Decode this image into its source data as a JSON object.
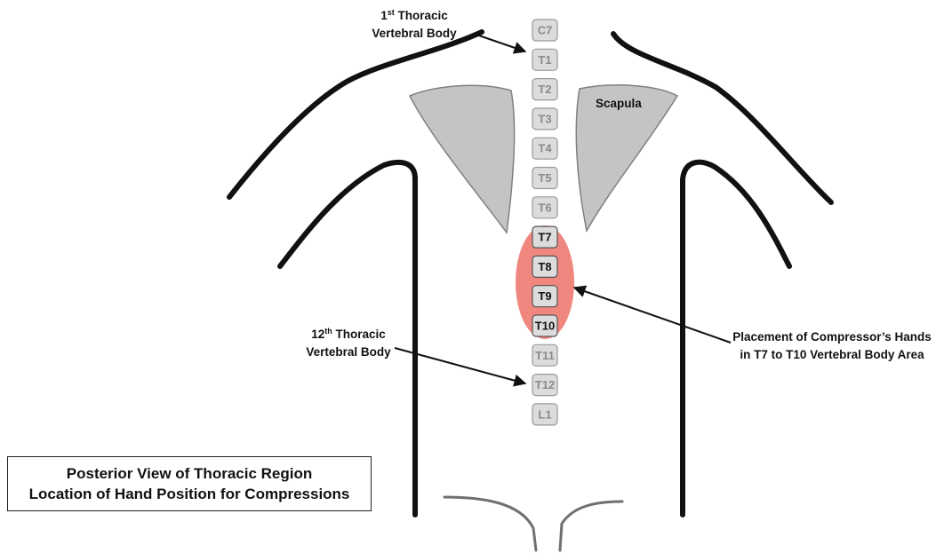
{
  "vertebrae": [
    {
      "label": "C7",
      "highlighted": false
    },
    {
      "label": "T1",
      "highlighted": false
    },
    {
      "label": "T2",
      "highlighted": false
    },
    {
      "label": "T3",
      "highlighted": false
    },
    {
      "label": "T4",
      "highlighted": false
    },
    {
      "label": "T5",
      "highlighted": false
    },
    {
      "label": "T6",
      "highlighted": false
    },
    {
      "label": "T7",
      "highlighted": true
    },
    {
      "label": "T8",
      "highlighted": true
    },
    {
      "label": "T9",
      "highlighted": true
    },
    {
      "label": "T10",
      "highlighted": true
    },
    {
      "label": "T11",
      "highlighted": false
    },
    {
      "label": "T12",
      "highlighted": false
    },
    {
      "label": "L1",
      "highlighted": false
    }
  ],
  "labels": {
    "first_thoracic_base": "1",
    "first_thoracic_sup": "st",
    "first_thoracic_rest": " Thoracic",
    "first_thoracic_line2": "Vertebral Body",
    "twelfth_thoracic_base": "12",
    "twelfth_thoracic_sup": "th",
    "twelfth_thoracic_rest": " Thoracic",
    "twelfth_thoracic_line2": "Vertebral Body",
    "scapula": "Scapula",
    "placement_line1": "Placement of Compressor’s Hands",
    "placement_line2": "in T7 to T10  Vertebral Body Area"
  },
  "title": {
    "line1": "Posterior View of Thoracic Region",
    "line2": "Location of Hand Position for Compressions"
  },
  "colors": {
    "highlight": "#f0877f",
    "scapula_fill": "#c4c4c4",
    "vertebra_fill": "#dcdcdc",
    "vertebra_text_dim": "#8a8a8a",
    "vertebra_text_active": "#111111",
    "body_outline": "#111111",
    "pelvis_outline": "#6f6f6f"
  }
}
